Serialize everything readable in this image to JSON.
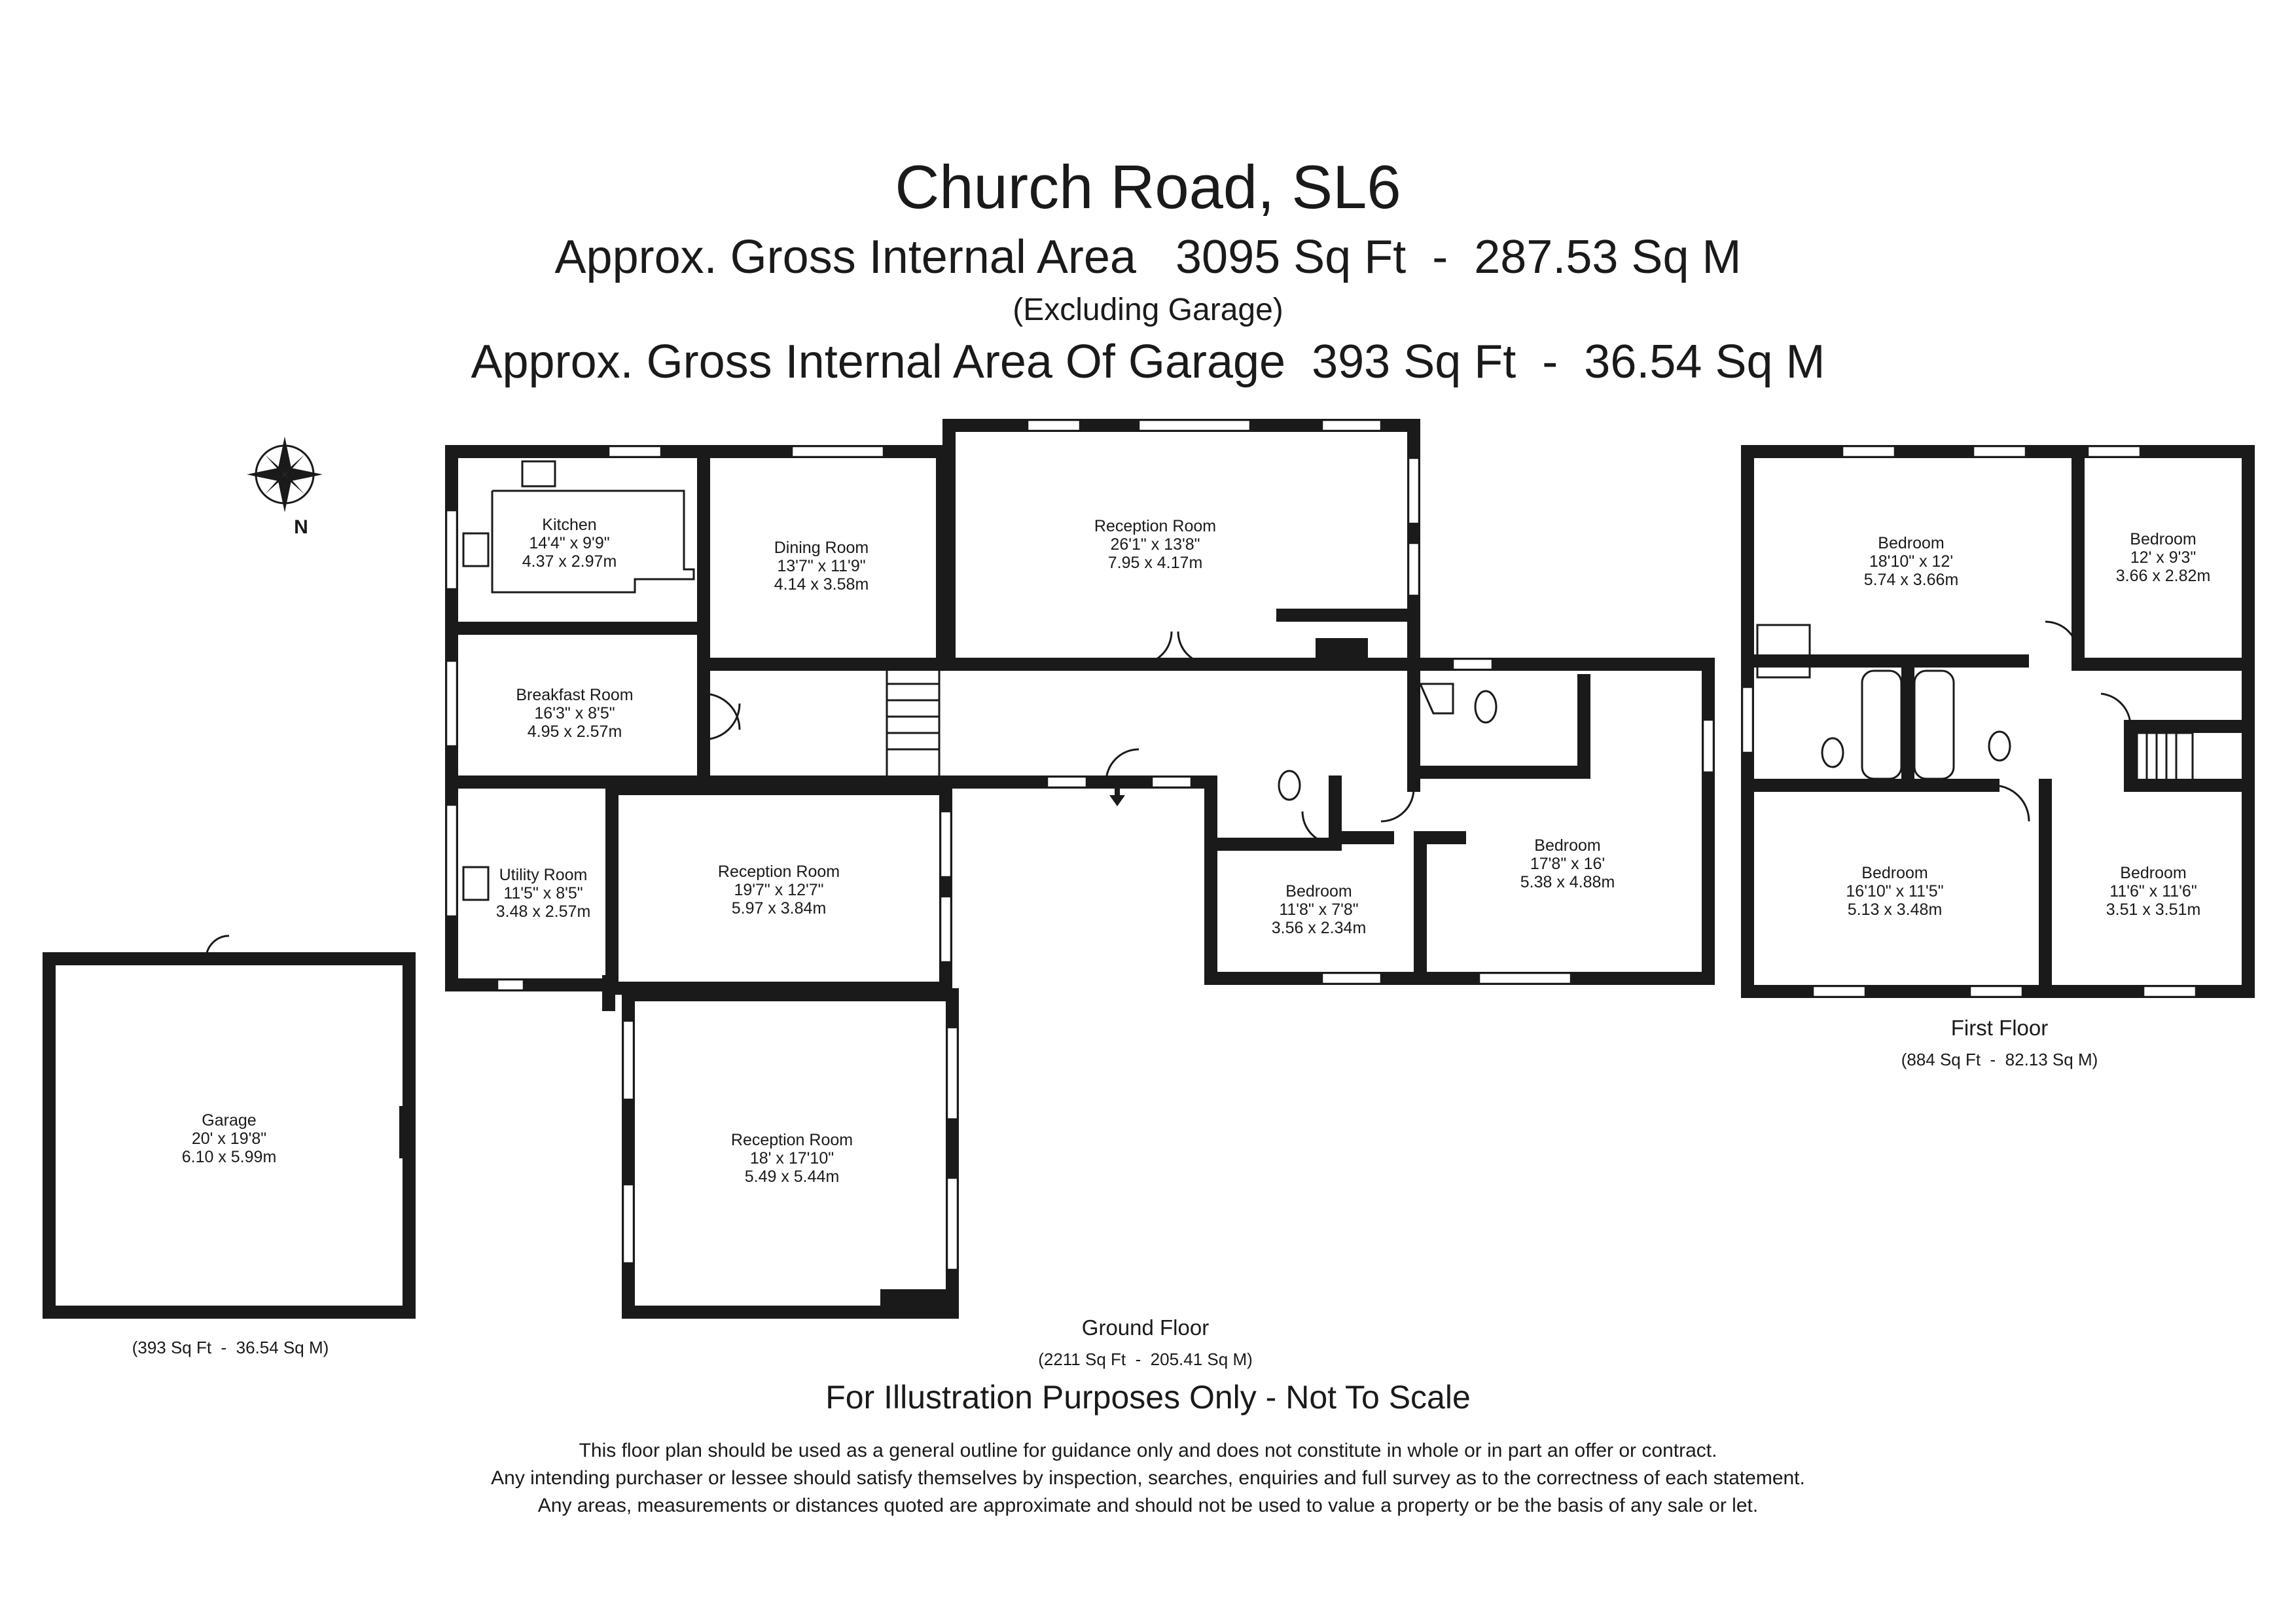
{
  "header": {
    "title": "Church Road, SL6",
    "gross_area": "Approx. Gross Internal Area   3095 Sq Ft  -  287.53 Sq M",
    "excluding": "(Excluding Garage)",
    "garage_area": "Approx. Gross Internal Area Of Garage  393 Sq Ft  -  36.54 Sq M"
  },
  "compass": {
    "label": "N",
    "icon": "compass-rose-icon"
  },
  "rooms": {
    "kitchen": {
      "name": "Kitchen",
      "imperial": "14'4\" x 9'9\"",
      "metric": "4.37 x 2.97m"
    },
    "dining": {
      "name": "Dining Room",
      "imperial": "13'7\" x 11'9\"",
      "metric": "4.14 x 3.58m"
    },
    "reception_top": {
      "name": "Reception Room",
      "imperial": "26'1\" x 13'8\"",
      "metric": "7.95 x 4.17m"
    },
    "breakfast": {
      "name": "Breakfast Room",
      "imperial": "16'3\" x 8'5\"",
      "metric": "4.95 x 2.57m"
    },
    "utility": {
      "name": "Utility Room",
      "imperial": "11'5\" x 8'5\"",
      "metric": "3.48 x 2.57m"
    },
    "reception_mid": {
      "name": "Reception Room",
      "imperial": "19'7\" x 12'7\"",
      "metric": "5.97 x 3.84m"
    },
    "reception_low": {
      "name": "Reception Room",
      "imperial": "18' x 17'10\"",
      "metric": "5.49 x 5.44m"
    },
    "bedroom_gf_small": {
      "name": "Bedroom",
      "imperial": "11'8\" x 7'8\"",
      "metric": "3.56 x 2.34m"
    },
    "bedroom_gf_large": {
      "name": "Bedroom",
      "imperial": "17'8\" x 16'",
      "metric": "5.38 x 4.88m"
    },
    "garage": {
      "name": "Garage",
      "imperial": "20' x 19'8\"",
      "metric": "6.10 x 5.99m"
    },
    "bedroom_ff_1": {
      "name": "Bedroom",
      "imperial": "18'10\" x 12'",
      "metric": "5.74 x 3.66m"
    },
    "bedroom_ff_2": {
      "name": "Bedroom",
      "imperial": "12' x 9'3\"",
      "metric": "3.66 x 2.82m"
    },
    "bedroom_ff_3": {
      "name": "Bedroom",
      "imperial": "16'10\" x 11'5\"",
      "metric": "5.13 x 3.48m"
    },
    "bedroom_ff_4": {
      "name": "Bedroom",
      "imperial": "11'6\" x 11'6\"",
      "metric": "3.51 x 3.51m"
    }
  },
  "floors": {
    "ground": {
      "label": "Ground Floor",
      "area": "(2211 Sq Ft  -  205.41 Sq M)"
    },
    "first": {
      "label": "First Floor",
      "area": "(884 Sq Ft  -  82.13 Sq M)"
    },
    "garage": {
      "area": "(393 Sq Ft  -  36.54 Sq M)"
    }
  },
  "footer": {
    "illustration": "For Illustration Purposes Only - Not To Scale",
    "disclaimer_1": "This floor plan should be used as a general outline for guidance only and does not constitute in whole or in part an offer or contract.",
    "disclaimer_2": "Any intending purchaser or lessee should satisfy themselves by inspection, searches, enquiries and full survey as to the correctness of each statement.",
    "disclaimer_3": "Any areas, measurements or distances quoted are approximate and should not be used to value a property or be the basis of any sale or let."
  }
}
